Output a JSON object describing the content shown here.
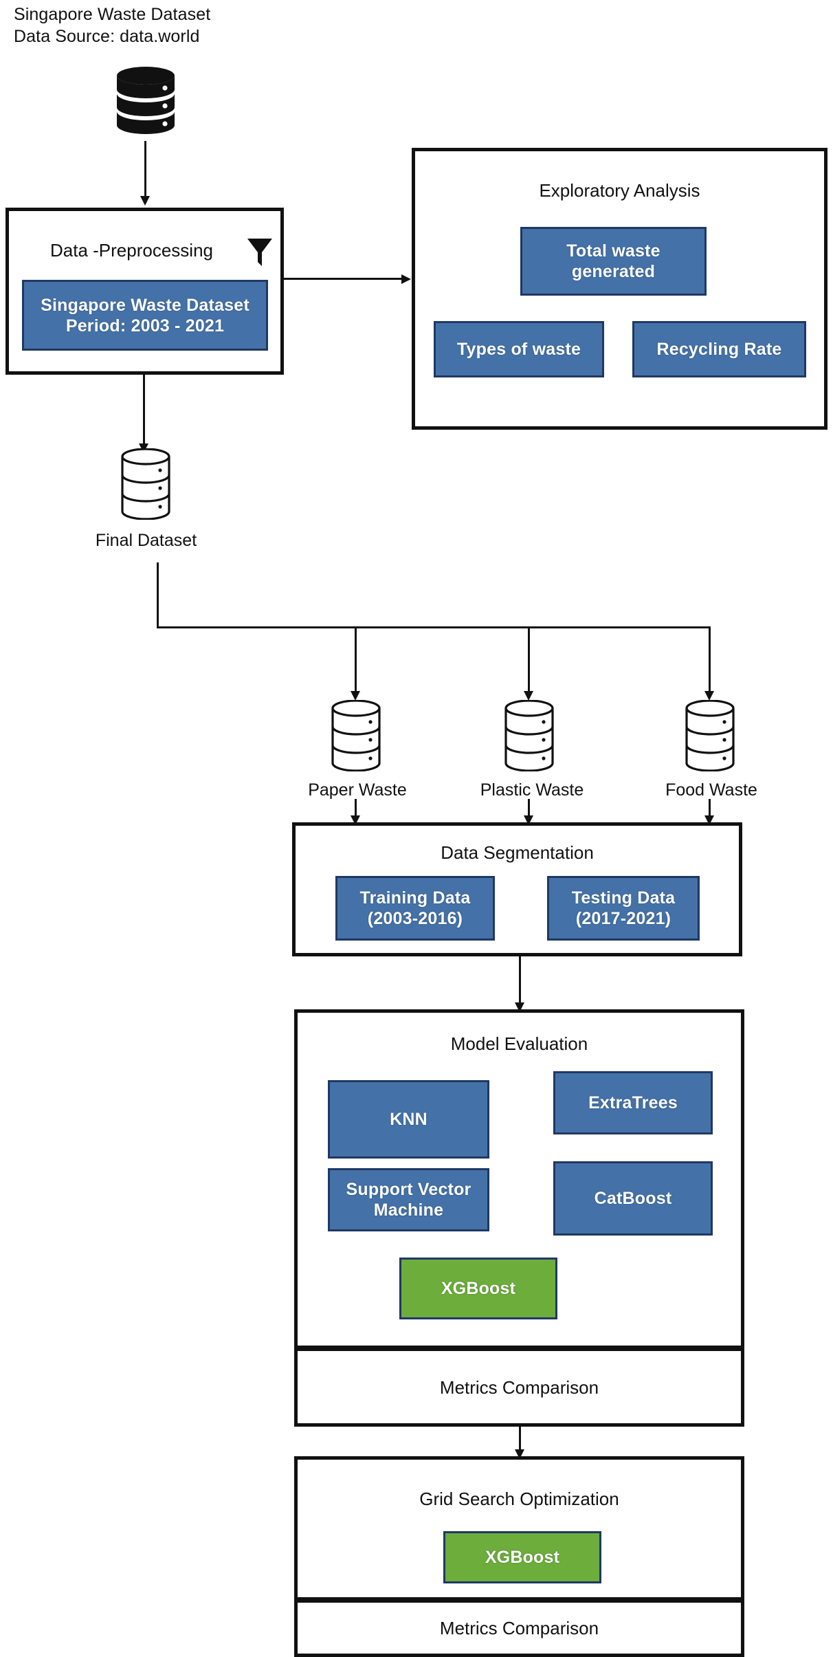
{
  "title_block": {
    "line1": "Singapore Waste Dataset",
    "line2": "Data Source: data.world"
  },
  "icons": {
    "source_database": "database-icon",
    "filter": "funnel-filter-icon",
    "final_dataset": "cylinder-database-icon"
  },
  "preprocessing": {
    "title": "Data -Preprocessing",
    "dataset_box": {
      "line1": "Singapore Waste Dataset",
      "line2": "Period: 2003 - 2021"
    }
  },
  "exploratory": {
    "title": "Exploratory Analysis",
    "items": [
      {
        "line1": "Total waste",
        "line2": "generated"
      },
      {
        "line1": "Types of waste",
        "line2": ""
      },
      {
        "line1": "Recycling Rate",
        "line2": ""
      }
    ]
  },
  "final_dataset": {
    "label": "Final Dataset"
  },
  "waste_streams": [
    {
      "label": "Paper Waste"
    },
    {
      "label": "Plastic Waste"
    },
    {
      "label": "Food Waste"
    }
  ],
  "segmentation": {
    "title": "Data Segmentation",
    "boxes": [
      {
        "line1": "Training Data",
        "line2": "(2003-2016)"
      },
      {
        "line1": "Testing Data",
        "line2": "(2017-2021)"
      }
    ]
  },
  "model_evaluation": {
    "title": "Model Evaluation",
    "models": [
      {
        "name": "KNN",
        "line2": "",
        "color": "blue"
      },
      {
        "name": "ExtraTrees",
        "line2": "",
        "color": "blue"
      },
      {
        "name": "Support Vector",
        "line2": "Machine",
        "color": "blue"
      },
      {
        "name": "CatBoost",
        "line2": "",
        "color": "blue"
      },
      {
        "name": "XGBoost",
        "line2": "",
        "color": "green"
      }
    ]
  },
  "metrics_comparison_1": {
    "title": "Metrics Comparison"
  },
  "grid_search": {
    "title": "Grid Search Optimization",
    "model": {
      "name": "XGBoost",
      "color": "green"
    }
  },
  "metrics_comparison_2": {
    "title": "Metrics Comparison"
  },
  "colors": {
    "blue_fill": "#4472A8",
    "blue_border": "#1F3864",
    "green_fill": "#6CAD3C",
    "outline": "#111111",
    "text": "#111111",
    "node_text": "#FFFFFF"
  }
}
